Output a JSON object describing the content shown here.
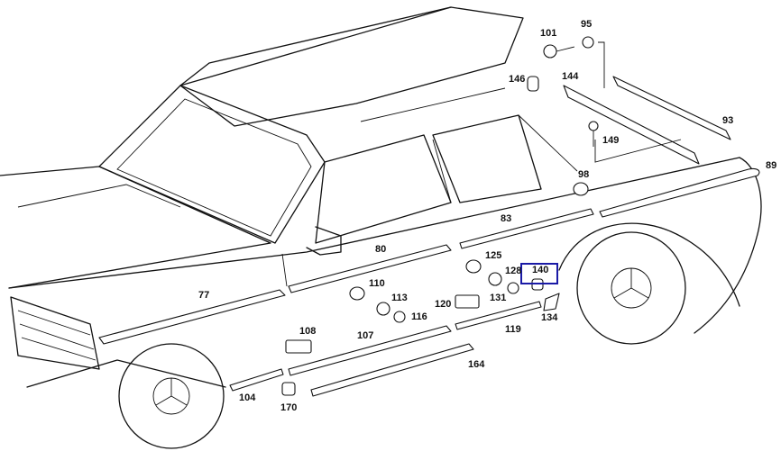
{
  "diagram": {
    "title": "Side moldings exploded parts diagram",
    "highlight_color": "#1a1aa6",
    "highlighted_part": "140",
    "parts": [
      {
        "id": "p95",
        "label": "95"
      },
      {
        "id": "p101",
        "label": "101"
      },
      {
        "id": "p146",
        "label": "146"
      },
      {
        "id": "p144",
        "label": "144"
      },
      {
        "id": "p93",
        "label": "93"
      },
      {
        "id": "p149",
        "label": "149"
      },
      {
        "id": "p89",
        "label": "89"
      },
      {
        "id": "p98",
        "label": "98"
      },
      {
        "id": "p83",
        "label": "83"
      },
      {
        "id": "p80",
        "label": "80"
      },
      {
        "id": "p77",
        "label": "77"
      },
      {
        "id": "p125",
        "label": "125"
      },
      {
        "id": "p128",
        "label": "128"
      },
      {
        "id": "p140",
        "label": "140"
      },
      {
        "id": "p110",
        "label": "110"
      },
      {
        "id": "p113",
        "label": "113"
      },
      {
        "id": "p116",
        "label": "116"
      },
      {
        "id": "p120",
        "label": "120"
      },
      {
        "id": "p131",
        "label": "131"
      },
      {
        "id": "p134",
        "label": "134"
      },
      {
        "id": "p108",
        "label": "108"
      },
      {
        "id": "p107",
        "label": "107"
      },
      {
        "id": "p119",
        "label": "119"
      },
      {
        "id": "p164",
        "label": "164"
      },
      {
        "id": "p104",
        "label": "104"
      },
      {
        "id": "p170",
        "label": "170"
      }
    ]
  }
}
